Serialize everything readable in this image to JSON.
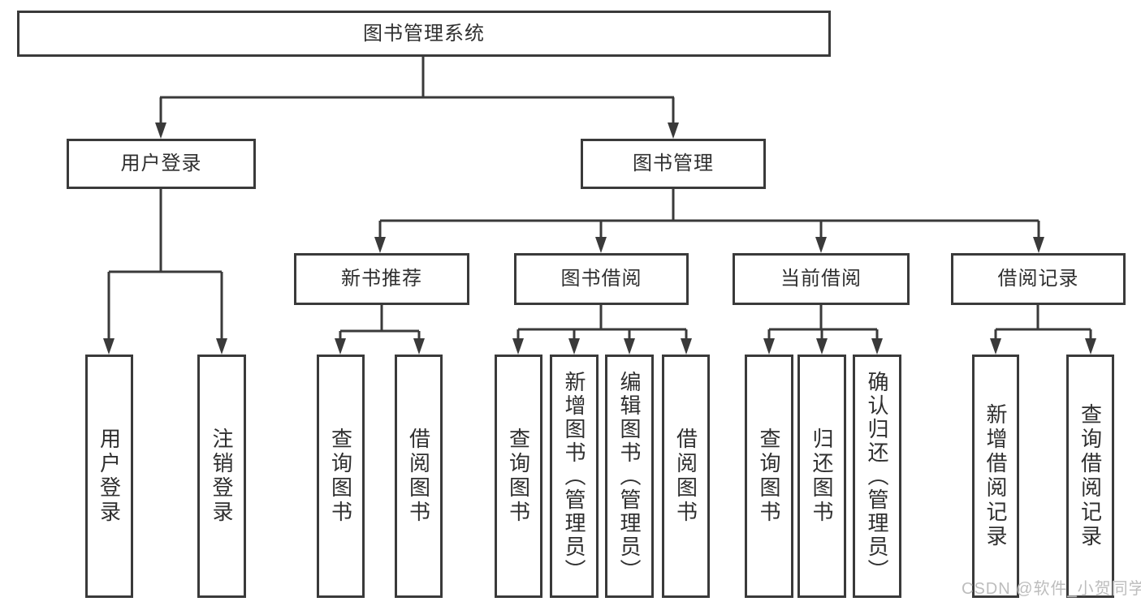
{
  "diagram": {
    "root": "图书管理系统",
    "branches": {
      "user_login": "用户登录",
      "book_management": "图书管理"
    },
    "modules": [
      "新书推荐",
      "图书借阅",
      "当前借阅",
      "借阅记录"
    ],
    "leaves": {
      "user_login": [
        "用户登录",
        "注销登录"
      ],
      "new_book_recommend": [
        "查询图书",
        "借阅图书"
      ],
      "book_borrow": [
        "查询图书",
        "新增图书（管理员）",
        "编辑图书（管理员）",
        "借阅图书"
      ],
      "current_borrow": [
        "查询图书",
        "归还图书",
        "确认归还（管理员）"
      ],
      "borrow_record": [
        "新增借阅记录",
        "查询借阅记录"
      ]
    }
  },
  "watermark": "CSDN @软件_小贺同学",
  "colors": {
    "line": "#3a3a3a",
    "text": "#2f2f2f",
    "watermark": "#bdbdbd",
    "background": "#ffffff"
  }
}
